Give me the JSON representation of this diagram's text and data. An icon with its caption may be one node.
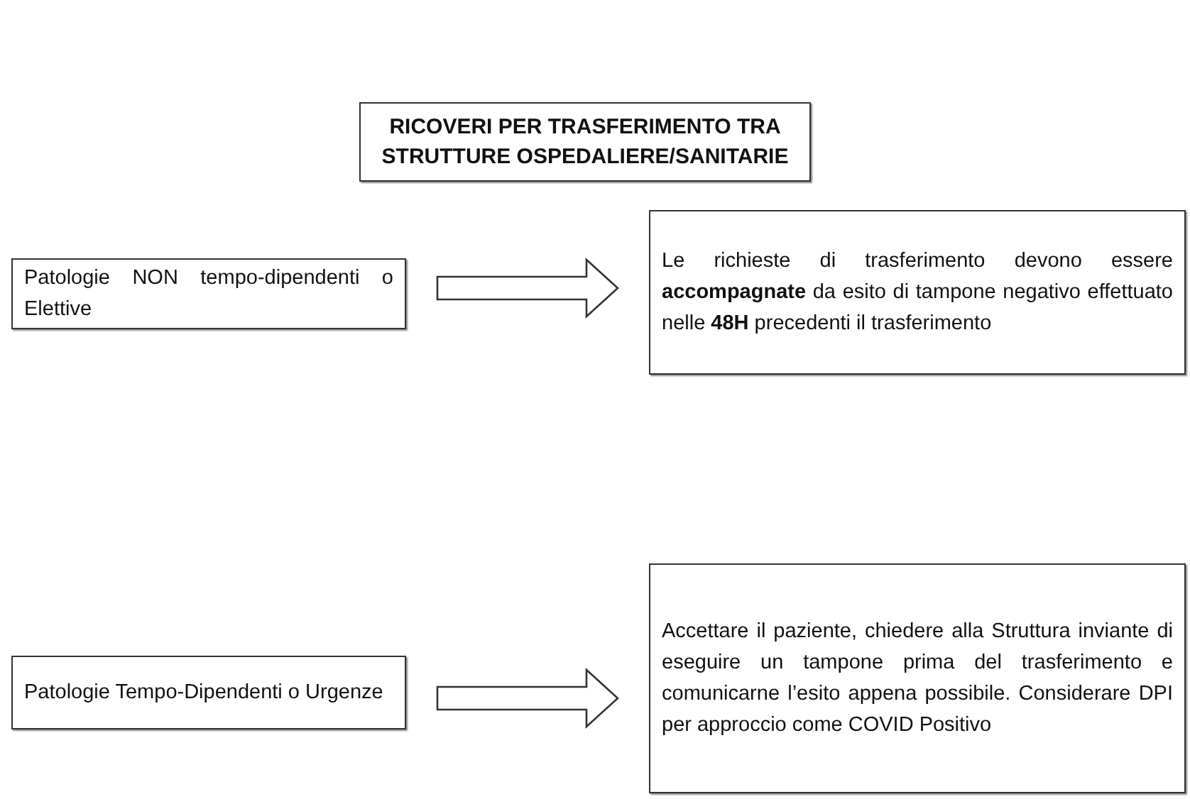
{
  "diagram": {
    "nodes": [
      {
        "text": [
          "RICOVERI PER TRASFERIMENTO TRA STRUTTURE OSPEDALIERE/SANITARIE"
        ]
      },
      {
        "text": [
          "Patologie NON tempo-dipendenti o Elettive"
        ]
      },
      {
        "text": [
          "Le richieste di trasferimento devono essere **accompagnate** da esito di tampone negativo effettuato nelle **48H** precedenti il trasferimento"
        ]
      },
      {
        "text": [
          "Patologie Tempo-Dipendenti o Urgenze"
        ]
      },
      {
        "text": [
          "Accettare il paziente, chiedere alla Struttura inviante di eseguire un tampone prima del trasferimento e comunicarne l’esito appena possibile. Considerare DPI per approccio come COVID Positivo"
        ]
      }
    ],
    "edges": [
      {
        "from": 1,
        "to": 2,
        "arrow": "to"
      },
      {
        "from": 3,
        "to": 4,
        "arrow": "to"
      }
    ]
  }
}
